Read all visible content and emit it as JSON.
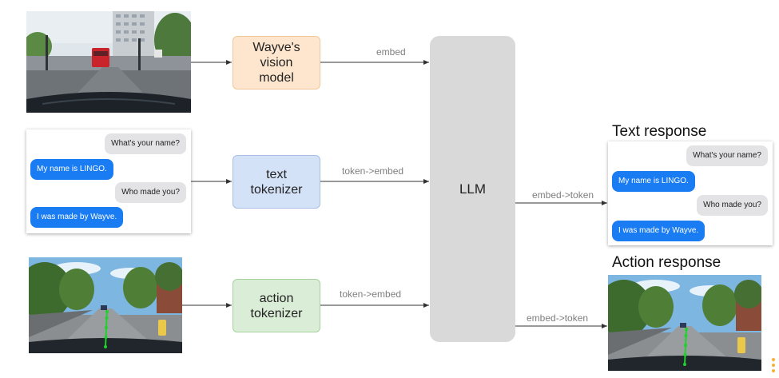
{
  "nodes": {
    "vision_model": "Wayve's vision model",
    "text_tokenizer": "text tokenizer",
    "action_tokenizer": "action tokenizer",
    "llm": "LLM"
  },
  "edges": {
    "vision_to_llm": "embed",
    "text_to_llm": "token->embed",
    "action_to_llm": "token->embed",
    "llm_to_text": "embed->token",
    "llm_to_action": "embed->token"
  },
  "outputs": {
    "text_response_title": "Text response",
    "action_response_title": "Action response"
  },
  "chat_input": {
    "messages": [
      {
        "from": "user",
        "text": "What's your name?"
      },
      {
        "from": "assistant",
        "text": "My name is LINGO."
      },
      {
        "from": "user",
        "text": "Who made you?"
      },
      {
        "from": "assistant",
        "text": "I was made by Wayve."
      }
    ]
  },
  "chat_output": {
    "messages": [
      {
        "from": "user",
        "text": "What's your name?"
      },
      {
        "from": "assistant",
        "text": "My name is LINGO."
      },
      {
        "from": "user",
        "text": "Who made you?"
      },
      {
        "from": "assistant",
        "text": "I was made by Wayve."
      }
    ]
  },
  "colors": {
    "vision_fill": "#fde6cd",
    "text_fill": "#d4e2f7",
    "action_fill": "#daedd6",
    "llm_fill": "#d9d9d9",
    "bubble_blue": "#1a7cf2",
    "bubble_gray": "#e3e3e5"
  }
}
